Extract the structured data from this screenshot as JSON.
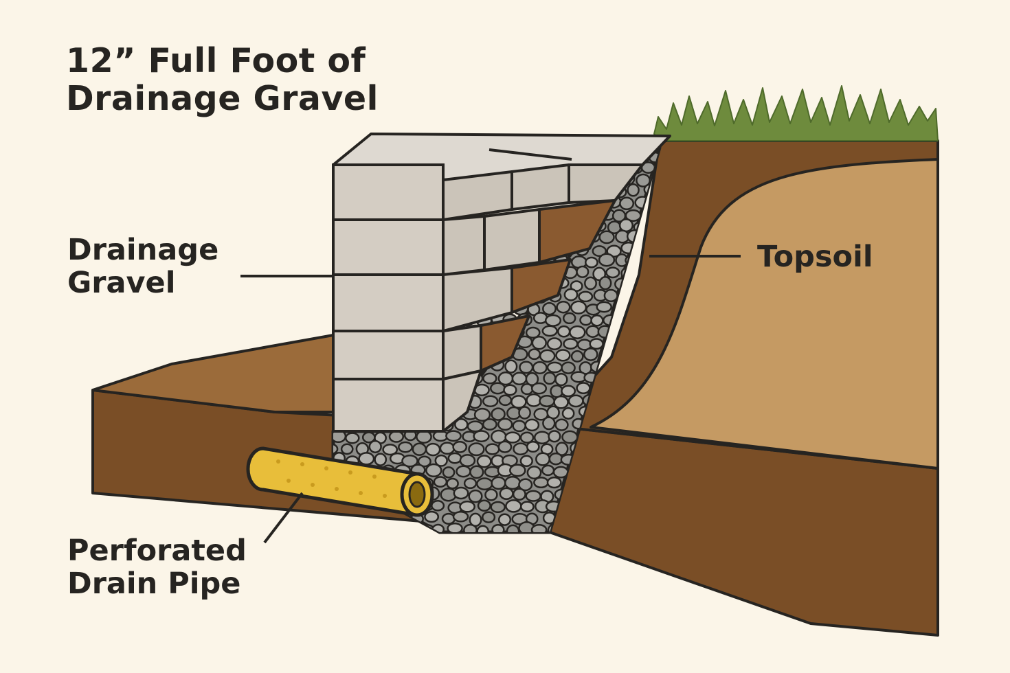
{
  "title": {
    "line1": "12” Full Foot of",
    "line2": "Drainage Gravel"
  },
  "labels": {
    "drainage_gravel": {
      "line1": "Drainage",
      "line2": "Gravel"
    },
    "topsoil": "Topsoil",
    "perforated_drain_pipe": {
      "line1": "Perforated",
      "line2": "Drain Pipe"
    }
  },
  "colors": {
    "background": "#fbf5e8",
    "dark_soil": "#7a4e26",
    "light_soil": "#c59a63",
    "wall_block": "#d4cdc3",
    "gravel": "#8c8c88",
    "pipe": "#e8be3a",
    "grass": "#6e8b3d",
    "outline": "#262421"
  }
}
